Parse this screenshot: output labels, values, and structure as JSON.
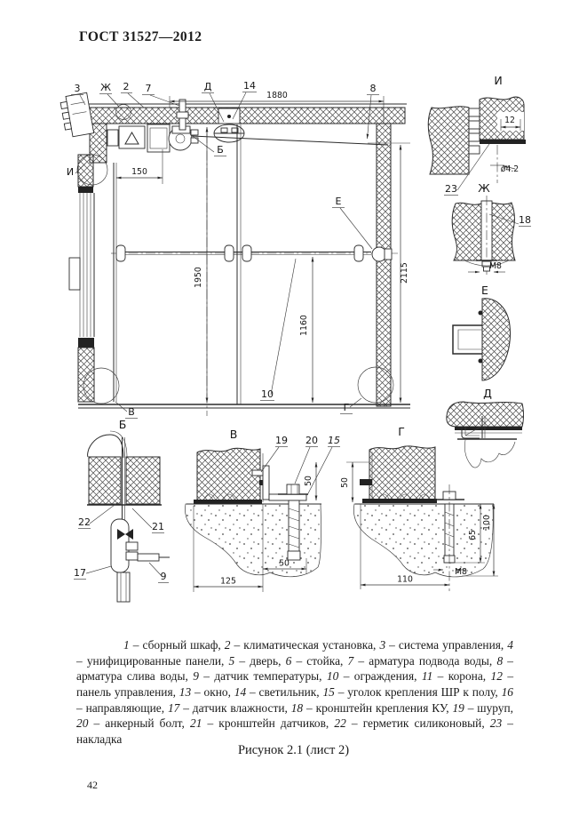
{
  "page": {
    "header_title": "ГОСТ 31527—2012",
    "page_number": "42"
  },
  "figure": {
    "caption": "Рисунок 2.1 (лист 2)",
    "legend_separator": " – ",
    "legend_delimiter": ", ",
    "legend_items": [
      {
        "num": "1",
        "name": "сборный шкаф"
      },
      {
        "num": "2",
        "name": "климатическая установка"
      },
      {
        "num": "3",
        "name": "система управления"
      },
      {
        "num": "4",
        "name": "унифицированные панели"
      },
      {
        "num": "5",
        "name": "дверь"
      },
      {
        "num": "6",
        "name": "стойка"
      },
      {
        "num": "7",
        "name": "арматура подвода воды"
      },
      {
        "num": "8",
        "name": "арматура слива воды"
      },
      {
        "num": "9",
        "name": "датчик температуры"
      },
      {
        "num": "10",
        "name": "ограждения"
      },
      {
        "num": "11",
        "name": "корона"
      },
      {
        "num": "12",
        "name": "панель управления"
      },
      {
        "num": "13",
        "name": "окно"
      },
      {
        "num": "14",
        "name": "светильник"
      },
      {
        "num": "15",
        "name": "уголок крепления ШР к полу"
      },
      {
        "num": "16",
        "name": "направляющие"
      },
      {
        "num": "17",
        "name": "датчик влажности"
      },
      {
        "num": "18",
        "name": "кронштейн крепления КУ"
      },
      {
        "num": "19",
        "name": "шуруп"
      },
      {
        "num": "20",
        "name": "анкерный болт"
      },
      {
        "num": "21",
        "name": "кронштейн датчиков"
      },
      {
        "num": "22",
        "name": "герметик силиконовый"
      },
      {
        "num": "23",
        "name": "накладка"
      }
    ]
  },
  "drawing": {
    "colors": {
      "paper": "#ffffff",
      "ink": "#2b2b2b"
    },
    "main": {
      "c3": "3",
      "czh": "Ж",
      "c2": "2",
      "c7": "7",
      "cd": "Д",
      "c14": "14",
      "c8": "8",
      "cb": "Б",
      "ci": "И",
      "ce": "Е",
      "c10": "10",
      "cv": "В",
      "cg": "Г",
      "d1880": "1880",
      "d150": "150",
      "d1950": "1950",
      "d1160": "1160",
      "d2115": "2115"
    },
    "det_i": {
      "title": "И",
      "c23": "23",
      "d12": "12",
      "d42": "ø4.2"
    },
    "det_zh": {
      "title": "Ж",
      "c18": "18",
      "m8": "M8"
    },
    "det_e": {
      "title": "Е"
    },
    "det_d": {
      "title": "Д"
    },
    "det_b": {
      "title": "Б",
      "c22": "22",
      "c21": "21",
      "c17": "17",
      "c9": "9"
    },
    "det_v": {
      "title": "В",
      "c19": "19",
      "c20": "20",
      "c15": "15",
      "d50v": "50",
      "d50h": "50",
      "d125": "125"
    },
    "det_g": {
      "title": "Г",
      "d50": "50",
      "d65": "65",
      "d100": "100",
      "m8": "M8",
      "d110": "110"
    }
  }
}
